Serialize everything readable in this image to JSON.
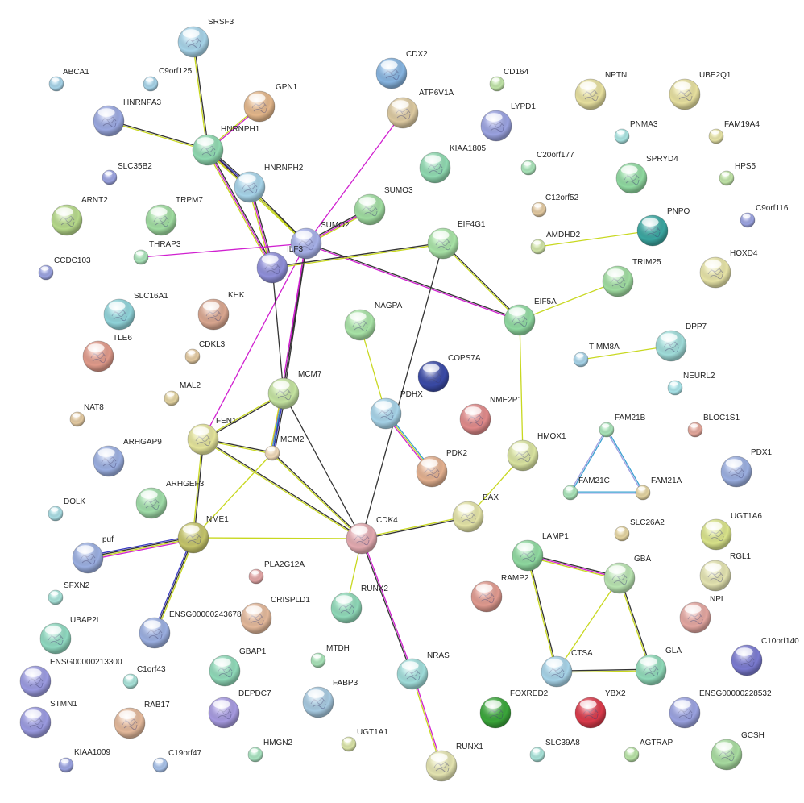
{
  "network": {
    "nodes": [
      {
        "id": "SRSF3",
        "label": "SRSF3",
        "color": "#a6d3e8",
        "size": "large"
      },
      {
        "id": "ABCA1",
        "label": "ABCA1",
        "color": "#a6d3e8",
        "size": "small"
      },
      {
        "id": "C9orf125",
        "label": "C9orf125",
        "color": "#a6d3e8",
        "size": "small"
      },
      {
        "id": "HNRNPA3",
        "label": "HNRNPA3",
        "color": "#9aa8e0",
        "size": "large"
      },
      {
        "id": "GPN1",
        "label": "GPN1",
        "color": "#e3b68a",
        "size": "large"
      },
      {
        "id": "HNRNPH1",
        "label": "HNRNPH1",
        "color": "#8fd9b0",
        "size": "large"
      },
      {
        "id": "SLC35B2",
        "label": "SLC35B2",
        "color": "#9aa2e0",
        "size": "small"
      },
      {
        "id": "HNRNPH2",
        "label": "HNRNPH2",
        "color": "#a6d3e8",
        "size": "large"
      },
      {
        "id": "CDX2",
        "label": "CDX2",
        "color": "#86b4e0",
        "size": "large"
      },
      {
        "id": "ATP6V1A",
        "label": "ATP6V1A",
        "color": "#dcc9a0",
        "size": "large"
      },
      {
        "id": "CD164",
        "label": "CD164",
        "color": "#bfe3a6",
        "size": "small"
      },
      {
        "id": "LYPD1",
        "label": "LYPD1",
        "color": "#9aa2e0",
        "size": "large"
      },
      {
        "id": "NPTN",
        "label": "NPTN",
        "color": "#e6df9e",
        "size": "large"
      },
      {
        "id": "UBE2Q1",
        "label": "UBE2Q1",
        "color": "#e6df9e",
        "size": "large"
      },
      {
        "id": "PNMA3",
        "label": "PNMA3",
        "color": "#a8e3e0",
        "size": "small"
      },
      {
        "id": "FAM19A4",
        "label": "FAM19A4",
        "color": "#e6e3a6",
        "size": "small"
      },
      {
        "id": "KIAA1805",
        "label": "KIAA1805",
        "color": "#8fd9b0",
        "size": "large"
      },
      {
        "id": "C20orf177",
        "label": "C20orf177",
        "color": "#a8e3b8",
        "size": "small"
      },
      {
        "id": "SPRYD4",
        "label": "SPRYD4",
        "color": "#8fd9a0",
        "size": "large"
      },
      {
        "id": "HPS5",
        "label": "HPS5",
        "color": "#bfe3a6",
        "size": "small"
      },
      {
        "id": "ARNT2",
        "label": "ARNT2",
        "color": "#b6d98a",
        "size": "large"
      },
      {
        "id": "TRPM7",
        "label": "TRPM7",
        "color": "#9fdca0",
        "size": "large"
      },
      {
        "id": "SUMO3",
        "label": "SUMO3",
        "color": "#9fdca0",
        "size": "large"
      },
      {
        "id": "C12orf52",
        "label": "C12orf52",
        "color": "#e3c9a0",
        "size": "small"
      },
      {
        "id": "PNPO",
        "label": "PNPO",
        "color": "#3aa6a0",
        "size": "large"
      },
      {
        "id": "C9orf116",
        "label": "C9orf116",
        "color": "#9aa2e0",
        "size": "small"
      },
      {
        "id": "THRAP3",
        "label": "THRAP3",
        "color": "#a8e3b8",
        "size": "small"
      },
      {
        "id": "SUMO2",
        "label": "SUMO2",
        "color": "#a6b0e8",
        "size": "large"
      },
      {
        "id": "ILF3",
        "label": "ILF3",
        "color": "#8f8fd9",
        "size": "large"
      },
      {
        "id": "EIF4G1",
        "label": "EIF4G1",
        "color": "#a8e3a6",
        "size": "large"
      },
      {
        "id": "AMDHD2",
        "label": "AMDHD2",
        "color": "#cfe3a6",
        "size": "small"
      },
      {
        "id": "CCDC103",
        "label": "CCDC103",
        "color": "#9aa2e0",
        "size": "small"
      },
      {
        "id": "TRIM25",
        "label": "TRIM25",
        "color": "#9fdca0",
        "size": "large"
      },
      {
        "id": "HOXD4",
        "label": "HOXD4",
        "color": "#e6e3a6",
        "size": "large"
      },
      {
        "id": "SLC16A1",
        "label": "SLC16A1",
        "color": "#8fd3d9",
        "size": "large"
      },
      {
        "id": "KHK",
        "label": "KHK",
        "color": "#d9a68f",
        "size": "large"
      },
      {
        "id": "TLE6",
        "label": "TLE6",
        "color": "#e09a8a",
        "size": "large"
      },
      {
        "id": "EIF5A",
        "label": "EIF5A",
        "color": "#8fd9a0",
        "size": "large"
      },
      {
        "id": "NAGPA",
        "label": "NAGPA",
        "color": "#a8e3a6",
        "size": "large"
      },
      {
        "id": "DPP7",
        "label": "DPP7",
        "color": "#9fdcd9",
        "size": "large"
      },
      {
        "id": "TIMM8A",
        "label": "TIMM8A",
        "color": "#a6d3e8",
        "size": "small"
      },
      {
        "id": "CDKL3",
        "label": "CDKL3",
        "color": "#e3c9a0",
        "size": "small"
      },
      {
        "id": "COPS7A",
        "label": "COPS7A",
        "color": "#3a4aa6",
        "size": "large"
      },
      {
        "id": "NEURL2",
        "label": "NEURL2",
        "color": "#a8e3e8",
        "size": "small"
      },
      {
        "id": "MAL2",
        "label": "MAL2",
        "color": "#e3d3a0",
        "size": "small"
      },
      {
        "id": "MCM7",
        "label": "MCM7",
        "color": "#c4e3a0",
        "size": "large"
      },
      {
        "id": "NAT8",
        "label": "NAT8",
        "color": "#e3c9a0",
        "size": "small"
      },
      {
        "id": "PDHX",
        "label": "PDHX",
        "color": "#a6d3e8",
        "size": "large"
      },
      {
        "id": "NME2P1",
        "label": "NME2P1",
        "color": "#e08a8a",
        "size": "large"
      },
      {
        "id": "FEN1",
        "label": "FEN1",
        "color": "#e3e39a",
        "size": "large"
      },
      {
        "id": "FAM21B",
        "label": "FAM21B",
        "color": "#a8e3b8",
        "size": "small"
      },
      {
        "id": "BLOC1S1",
        "label": "BLOC1S1",
        "color": "#e3a69a",
        "size": "small"
      },
      {
        "id": "MCM2",
        "label": "MCM2",
        "color": "#f0d9b8",
        "size": "small"
      },
      {
        "id": "HMOX1",
        "label": "HMOX1",
        "color": "#d9e3a0",
        "size": "large"
      },
      {
        "id": "ARHGAP9",
        "label": "ARHGAP9",
        "color": "#9aaee0",
        "size": "large"
      },
      {
        "id": "PDX1",
        "label": "PDX1",
        "color": "#9aaee0",
        "size": "large"
      },
      {
        "id": "PDK2",
        "label": "PDK2",
        "color": "#e3b08f",
        "size": "large"
      },
      {
        "id": "ARHGEF3",
        "label": "ARHGEF3",
        "color": "#9fdca8",
        "size": "large"
      },
      {
        "id": "FAM21C",
        "label": "FAM21C",
        "color": "#a8e3b8",
        "size": "small"
      },
      {
        "id": "FAM21A",
        "label": "FAM21A",
        "color": "#e3d3a0",
        "size": "small"
      },
      {
        "id": "BAX",
        "label": "BAX",
        "color": "#e3e3a6",
        "size": "large"
      },
      {
        "id": "DOLK",
        "label": "DOLK",
        "color": "#a8dce3",
        "size": "small"
      },
      {
        "id": "NME1",
        "label": "NME1",
        "color": "#c4c46a",
        "size": "large"
      },
      {
        "id": "CDK4",
        "label": "CDK4",
        "color": "#e3aab0",
        "size": "large"
      },
      {
        "id": "SLC26A2",
        "label": "SLC26A2",
        "color": "#e3d3a0",
        "size": "small"
      },
      {
        "id": "UGT1A6",
        "label": "UGT1A6",
        "color": "#d9e38a",
        "size": "large"
      },
      {
        "id": "LAMP1",
        "label": "LAMP1",
        "color": "#8fd9a0",
        "size": "large"
      },
      {
        "id": "puf",
        "label": "puf",
        "color": "#9aaee0",
        "size": "large"
      },
      {
        "id": "GBA",
        "label": "GBA",
        "color": "#b8e3b0",
        "size": "large"
      },
      {
        "id": "RGL1",
        "label": "RGL1",
        "color": "#e3e3b0",
        "size": "large"
      },
      {
        "id": "PLA2G12A",
        "label": "PLA2G12A",
        "color": "#e3a6a6",
        "size": "small"
      },
      {
        "id": "RAMP2",
        "label": "RAMP2",
        "color": "#e09a8f",
        "size": "large"
      },
      {
        "id": "SFXN2",
        "label": "SFXN2",
        "color": "#a8e3d9",
        "size": "small"
      },
      {
        "id": "CRISPLD1",
        "label": "CRISPLD1",
        "color": "#e3b89a",
        "size": "large"
      },
      {
        "id": "RUNX2",
        "label": "RUNX2",
        "color": "#8fd9b8",
        "size": "large"
      },
      {
        "id": "NPL",
        "label": "NPL",
        "color": "#e3a6a0",
        "size": "large"
      },
      {
        "id": "UBAP2L",
        "label": "UBAP2L",
        "color": "#8fd9c0",
        "size": "large"
      },
      {
        "id": "ENSG00000243678",
        "label": "ENSG00000243678",
        "color": "#9aaee0",
        "size": "large"
      },
      {
        "id": "C10orf140",
        "label": "C10orf140",
        "color": "#7a7ad0",
        "size": "large"
      },
      {
        "id": "ENSG00000213300",
        "label": "ENSG00000213300",
        "color": "#9a9ae0",
        "size": "large"
      },
      {
        "id": "GBAP1",
        "label": "GBAP1",
        "color": "#8fd9b8",
        "size": "large"
      },
      {
        "id": "MTDH",
        "label": "MTDH",
        "color": "#a8e3b8",
        "size": "small"
      },
      {
        "id": "NRAS",
        "label": "NRAS",
        "color": "#9fdcd9",
        "size": "large"
      },
      {
        "id": "CTSA",
        "label": "CTSA",
        "color": "#a6d3e8",
        "size": "large"
      },
      {
        "id": "GLA",
        "label": "GLA",
        "color": "#8fd9b8",
        "size": "large"
      },
      {
        "id": "C1orf43",
        "label": "C1orf43",
        "color": "#a8e3d9",
        "size": "small"
      },
      {
        "id": "DEPDC7",
        "label": "DEPDC7",
        "color": "#a69ae0",
        "size": "large"
      },
      {
        "id": "FABP3",
        "label": "FABP3",
        "color": "#a6c9e0",
        "size": "large"
      },
      {
        "id": "FOXRED2",
        "label": "FOXRED2",
        "color": "#3aa63a",
        "size": "large"
      },
      {
        "id": "YBX2",
        "label": "YBX2",
        "color": "#d93a4a",
        "size": "large"
      },
      {
        "id": "ENSG00000228532",
        "label": "ENSG00000228532",
        "color": "#9aa2e0",
        "size": "large"
      },
      {
        "id": "STMN1",
        "label": "STMN1",
        "color": "#9a9ae0",
        "size": "large"
      },
      {
        "id": "RAB17",
        "label": "RAB17",
        "color": "#e3b89a",
        "size": "large"
      },
      {
        "id": "HMGN2",
        "label": "HMGN2",
        "color": "#a8e3c0",
        "size": "small"
      },
      {
        "id": "UGT1A1",
        "label": "UGT1A1",
        "color": "#d9e3a6",
        "size": "small"
      },
      {
        "id": "RUNX1",
        "label": "RUNX1",
        "color": "#e3e3b0",
        "size": "large"
      },
      {
        "id": "SLC39A8",
        "label": "SLC39A8",
        "color": "#a8e3d9",
        "size": "small"
      },
      {
        "id": "AGTRAP",
        "label": "AGTRAP",
        "color": "#b8e3a6",
        "size": "small"
      },
      {
        "id": "GCSH",
        "label": "GCSH",
        "color": "#a8dca0",
        "size": "large"
      },
      {
        "id": "KIAA1009",
        "label": "KIAA1009",
        "color": "#9aa2e0",
        "size": "small"
      },
      {
        "id": "C19orf47",
        "label": "C19orf47",
        "color": "#a6c0e8",
        "size": "small"
      }
    ],
    "edges": [
      {
        "source": "SRSF3",
        "target": "HNRNPH1",
        "colors": [
          "#333333",
          "#c8d820"
        ]
      },
      {
        "source": "HNRNPA3",
        "target": "HNRNPH1",
        "colors": [
          "#333333",
          "#c8d820"
        ]
      },
      {
        "source": "GPN1",
        "target": "HNRNPH1",
        "colors": [
          "#d020d0",
          "#c8d820"
        ]
      },
      {
        "source": "HNRNPH1",
        "target": "HNRNPH2",
        "colors": [
          "#333333",
          "#3a3ac0",
          "#d020d0",
          "#c8d820"
        ]
      },
      {
        "source": "HNRNPH1",
        "target": "SUMO2",
        "colors": [
          "#333333",
          "#c8d820"
        ]
      },
      {
        "source": "HNRNPH1",
        "target": "ILF3",
        "colors": [
          "#333333",
          "#d020d0",
          "#c8d820"
        ]
      },
      {
        "source": "HNRNPH2",
        "target": "SUMO2",
        "colors": [
          "#333333",
          "#c8d820"
        ]
      },
      {
        "source": "HNRNPH2",
        "target": "ILF3",
        "colors": [
          "#333333",
          "#d020d0",
          "#c8d820"
        ]
      },
      {
        "source": "SUMO2",
        "target": "ATP6V1A",
        "colors": [
          "#d020d0"
        ]
      },
      {
        "source": "SUMO2",
        "target": "SUMO3",
        "colors": [
          "#333333",
          "#d020d0",
          "#c8d820"
        ]
      },
      {
        "source": "SUMO2",
        "target": "THRAP3",
        "colors": [
          "#d020d0"
        ]
      },
      {
        "source": "SUMO2",
        "target": "EIF5A",
        "colors": [
          "#333333",
          "#d020d0"
        ]
      },
      {
        "source": "SUMO2",
        "target": "MCM7",
        "colors": [
          "#333333",
          "#d020d0"
        ]
      },
      {
        "source": "SUMO2",
        "target": "MCM2",
        "colors": [
          "#333333",
          "#d020d0"
        ]
      },
      {
        "source": "SUMO2",
        "target": "FEN1",
        "colors": [
          "#d020d0"
        ]
      },
      {
        "source": "ILF3",
        "target": "EIF4G1",
        "colors": [
          "#333333",
          "#c8d820"
        ]
      },
      {
        "source": "ILF3",
        "target": "MCM7",
        "colors": [
          "#333333"
        ]
      },
      {
        "source": "EIF4G1",
        "target": "EIF5A",
        "colors": [
          "#333333",
          "#c8d820"
        ]
      },
      {
        "source": "EIF4G1",
        "target": "CDK4",
        "colors": [
          "#333333"
        ]
      },
      {
        "source": "AMDHD2",
        "target": "PNPO",
        "colors": [
          "#c8d820"
        ]
      },
      {
        "source": "EIF5A",
        "target": "TRIM25",
        "colors": [
          "#c8d820"
        ]
      },
      {
        "source": "EIF5A",
        "target": "HMOX1",
        "colors": [
          "#c8d820"
        ]
      },
      {
        "source": "TIMM8A",
        "target": "DPP7",
        "colors": [
          "#c8d820"
        ]
      },
      {
        "source": "NAGPA",
        "target": "PDHX",
        "colors": [
          "#c8d820"
        ]
      },
      {
        "source": "PDHX",
        "target": "PDK2",
        "colors": [
          "#3aa0d0",
          "#c8d820",
          "#d020d0"
        ]
      },
      {
        "source": "MCM7",
        "target": "MCM2",
        "colors": [
          "#333333",
          "#3a3ac0",
          "#3aa0d0",
          "#c8d820"
        ]
      },
      {
        "source": "MCM7",
        "target": "FEN1",
        "colors": [
          "#333333",
          "#c8d820"
        ]
      },
      {
        "source": "MCM7",
        "target": "CDK4",
        "colors": [
          "#333333"
        ]
      },
      {
        "source": "FEN1",
        "target": "MCM2",
        "colors": [
          "#333333",
          "#c8d820"
        ]
      },
      {
        "source": "FEN1",
        "target": "NME1",
        "colors": [
          "#333333",
          "#c8d820"
        ]
      },
      {
        "source": "FEN1",
        "target": "CDK4",
        "colors": [
          "#333333",
          "#c8d820"
        ]
      },
      {
        "source": "MCM2",
        "target": "NME1",
        "colors": [
          "#c8d820"
        ]
      },
      {
        "source": "MCM2",
        "target": "CDK4",
        "colors": [
          "#333333",
          "#c8d820"
        ]
      },
      {
        "source": "HMOX1",
        "target": "BAX",
        "colors": [
          "#c8d820"
        ]
      },
      {
        "source": "BAX",
        "target": "CDK4",
        "colors": [
          "#333333",
          "#c8d820"
        ]
      },
      {
        "source": "NME1",
        "target": "CDK4",
        "colors": [
          "#c8d820"
        ]
      },
      {
        "source": "NME1",
        "target": "puf",
        "colors": [
          "#d020d0",
          "#c8d820",
          "#333333",
          "#3a3ac0"
        ]
      },
      {
        "source": "NME1",
        "target": "ENSG00000243678",
        "colors": [
          "#c8d820",
          "#333333",
          "#3a3ac0"
        ]
      },
      {
        "source": "CDK4",
        "target": "RUNX2",
        "colors": [
          "#c8d820"
        ]
      },
      {
        "source": "CDK4",
        "target": "NRAS",
        "colors": [
          "#d020d0",
          "#333333"
        ]
      },
      {
        "source": "NRAS",
        "target": "RUNX1",
        "colors": [
          "#d020d0",
          "#c8d820"
        ]
      },
      {
        "source": "FAM21B",
        "target": "FAM21C",
        "colors": [
          "#3aa0d0",
          "#a0a0e0"
        ]
      },
      {
        "source": "FAM21B",
        "target": "FAM21A",
        "colors": [
          "#3aa0d0",
          "#a0a0e0"
        ]
      },
      {
        "source": "FAM21C",
        "target": "FAM21A",
        "colors": [
          "#3aa0d0",
          "#a0a0e0"
        ]
      },
      {
        "source": "LAMP1",
        "target": "GBA",
        "colors": [
          "#333333",
          "#d020d0",
          "#c8d820"
        ]
      },
      {
        "source": "LAMP1",
        "target": "CTSA",
        "colors": [
          "#333333",
          "#c8d820"
        ]
      },
      {
        "source": "GBA",
        "target": "CTSA",
        "colors": [
          "#c8d820"
        ]
      },
      {
        "source": "GBA",
        "target": "GLA",
        "colors": [
          "#333333",
          "#c8d820"
        ]
      },
      {
        "source": "CTSA",
        "target": "GLA",
        "colors": [
          "#333333",
          "#c8d820"
        ]
      }
    ]
  }
}
